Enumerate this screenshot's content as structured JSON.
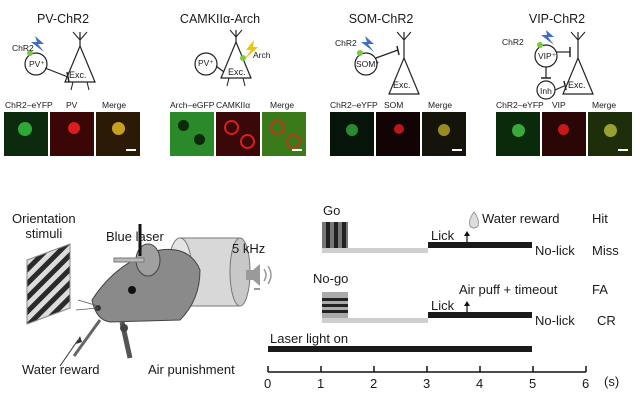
{
  "panels": [
    {
      "title": "PV-ChR2",
      "opsin": "ChR2",
      "cell": "PV⁺",
      "target": "Exc.",
      "channels": [
        "ChR2–eYFP",
        "PV",
        "Merge"
      ],
      "colors": [
        "#1e8a2a",
        "#b81818",
        "#9a6a10"
      ]
    },
    {
      "title": "CAMKIIα-Arch",
      "opsin": "Arch",
      "cell": "PV⁺",
      "target": "Exc.",
      "channels": [
        "Arch–eGFP",
        "CAMKIIα",
        "Merge"
      ],
      "colors": [
        "#2c9a2c",
        "#a81818",
        "#5a6a18"
      ]
    },
    {
      "title": "SOM-ChR2",
      "opsin": "ChR2",
      "cell": "SOM⁺",
      "target": "Exc.",
      "channels": [
        "ChR2–eYFP",
        "SOM",
        "Merge"
      ],
      "colors": [
        "#103a12",
        "#1a0606",
        "#1a1a0a"
      ]
    },
    {
      "title": "VIP-ChR2",
      "opsin": "ChR2",
      "cell": "VIP⁺",
      "inh": "Inh",
      "target": "Exc.",
      "channels": [
        "ChR2–eYFP",
        "VIP",
        "Merge"
      ],
      "colors": [
        "#1c7a22",
        "#6a0e0e",
        "#4a5a14"
      ]
    }
  ],
  "setup": {
    "stimuli_label": "Orientation\nstimuli",
    "laser_label": "Blue laser",
    "sound_label": "5 kHz",
    "water_label": "Water reward",
    "air_label": "Air punishment"
  },
  "timeline": {
    "go_label": "Go",
    "nogo_label": "No-go",
    "lick_label": "Lick",
    "nolick_label": "No-lick",
    "water_reward_label": "Water reward",
    "air_puff_label": "Air puff + timeout",
    "hit": "Hit",
    "miss": "Miss",
    "fa": "FA",
    "cr": "CR",
    "laser_on_label": "Laser light on",
    "ticks": [
      "0",
      "1",
      "2",
      "3",
      "4",
      "5",
      "6"
    ],
    "unit": "(s)"
  },
  "colors": {
    "green_dot": "#7ac943",
    "bolt_blue": "#3f6fc4",
    "bolt_yellow": "#f2c400",
    "bar": "#1a1a1a",
    "grey_bar": "#cfcfcf"
  }
}
